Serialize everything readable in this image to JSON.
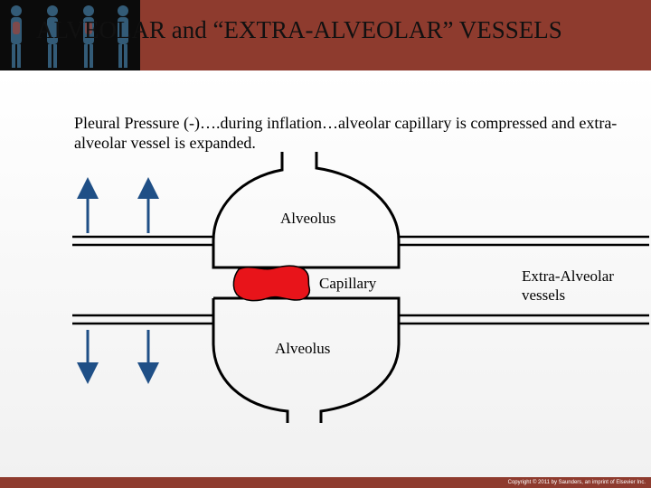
{
  "slide": {
    "title": "ALVEOLAR and “EXTRA-ALVEOLAR” VESSELS",
    "description": "Pleural Pressure (-)….during inflation…alveolar capillary is compressed and extra-alveolar vessel is expanded.",
    "labels": {
      "alveolus_top": "Alveolus",
      "capillary": "Capillary",
      "extra_alveolar": "Extra-Alveolar vessels",
      "alveolus_bottom": "Alveolus"
    },
    "copyright": "Copyright © 2011 by Saunders, an imprint of Elsevier Inc."
  },
  "colors": {
    "header_bg": "#8e3b2e",
    "capillary_fill": "#e8141a",
    "arrow": "#1f4f86",
    "walls": "#000000"
  }
}
